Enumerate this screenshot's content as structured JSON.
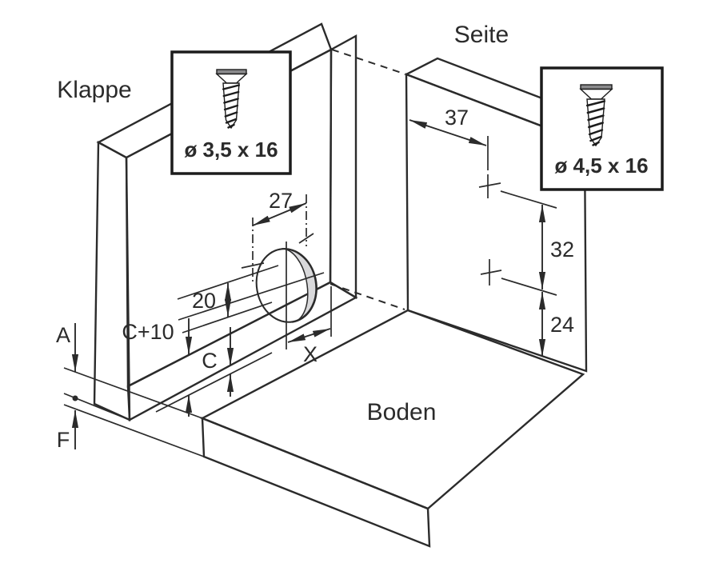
{
  "labels": {
    "flap": "Klappe",
    "side": "Seite",
    "bottom": "Boden"
  },
  "insets": {
    "flap_screw": {
      "label": "ø 3,5 x 16",
      "icon": "countersunk-screw-icon"
    },
    "side_screw": {
      "label": "ø 4,5 x 16",
      "icon": "countersunk-screw-icon"
    }
  },
  "dims": {
    "d27": "27",
    "d20": "20",
    "c10": "C+10",
    "c": "C",
    "x": "X",
    "a": "A",
    "f": "F",
    "d37": "37",
    "d32": "32",
    "d24": "24"
  },
  "colors": {
    "background": "#ffffff",
    "panel_face": "#ededef",
    "panel_top_edge": "#c9c9cb",
    "flap_right_edge": "#a7a7a9",
    "flap_left_edge": "#b6b6b8",
    "flap_bottom_edge": "#9d9d9f",
    "bottom_front_edge": "#c3c3c5",
    "cup_shade": "#d9d9db",
    "line": "#2b2b2b",
    "screw_head": "#8a8a8c"
  }
}
